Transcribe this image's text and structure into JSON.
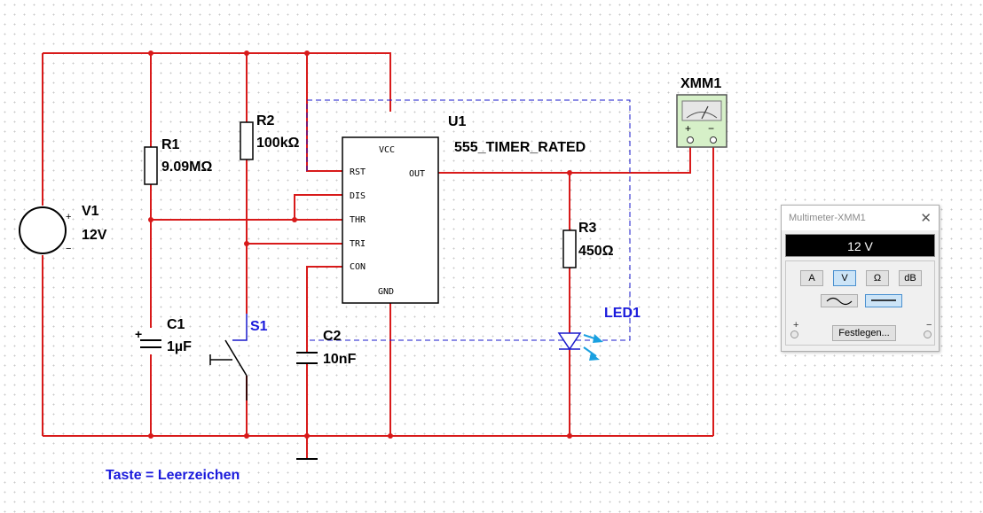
{
  "components": {
    "v1": {
      "ref": "V1",
      "value": "12V"
    },
    "r1": {
      "ref": "R1",
      "value": "9.09MΩ"
    },
    "r2": {
      "ref": "R2",
      "value": "100kΩ"
    },
    "r3": {
      "ref": "R3",
      "value": "450Ω"
    },
    "c1": {
      "ref": "C1",
      "value": "1µF"
    },
    "c2": {
      "ref": "C2",
      "value": "10nF"
    },
    "s1": {
      "ref": "S1"
    },
    "u1": {
      "ref": "U1",
      "value": "555_TIMER_RATED",
      "pins": {
        "vcc": "VCC",
        "gnd": "GND",
        "rst": "RST",
        "dis": "DIS",
        "thr": "THR",
        "tri": "TRI",
        "con": "CON",
        "out": "OUT"
      }
    },
    "led1": {
      "ref": "LED1"
    },
    "xmm1": {
      "ref": "XMM1",
      "plus": "+",
      "minus": "−"
    }
  },
  "key_hint": "Taste = Leerzeichen",
  "multimeter": {
    "title": "Multimeter-XMM1",
    "display": "12 V",
    "modes": [
      "A",
      "V",
      "Ω",
      "dB"
    ],
    "active_mode": "V",
    "set_button": "Festlegen...",
    "plus_terminal": "+",
    "minus_terminal": "−"
  },
  "colors": {
    "wire": "#d81a1a",
    "net_box": "#1a1acc",
    "label_blue": "#1a1adc",
    "led_arrow": "#1aa0e0"
  }
}
